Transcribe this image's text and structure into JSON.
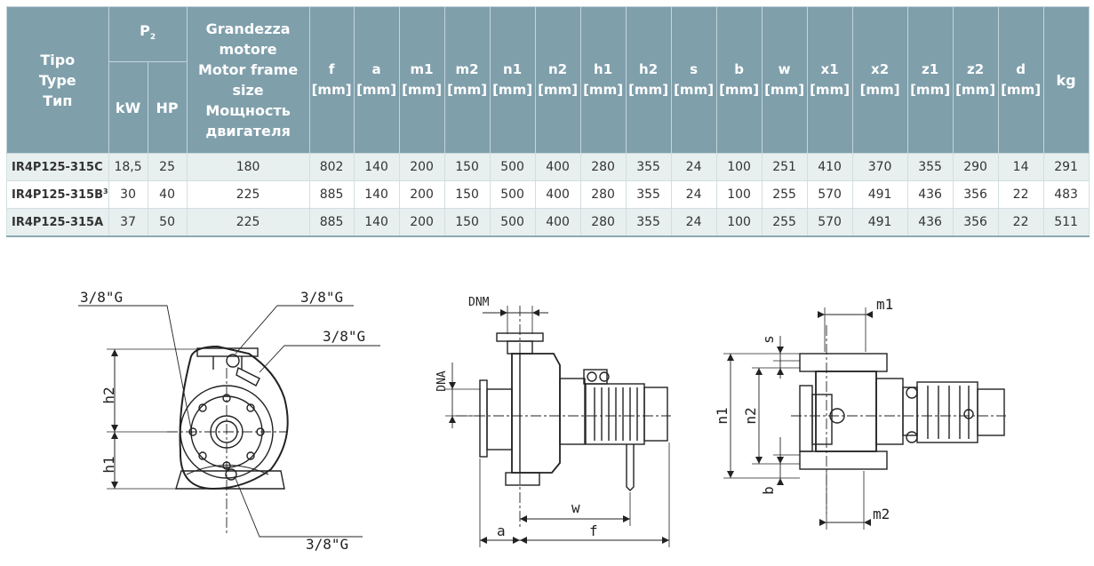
{
  "table": {
    "head": {
      "type_label": [
        "Tipo",
        "Type",
        "Тип"
      ],
      "p2_label": "P",
      "p2_sub": "2",
      "kw": "kW",
      "hp": "HP",
      "frame_label": [
        "Grandezza",
        "motore",
        "Motor frame",
        "size",
        "Мощность",
        "двигателя"
      ],
      "dims": [
        {
          "name": "f",
          "unit": "[mm]"
        },
        {
          "name": "a",
          "unit": "[mm]"
        },
        {
          "name": "m1",
          "unit": "[mm]"
        },
        {
          "name": "m2",
          "unit": "[mm]"
        },
        {
          "name": "n1",
          "unit": "[mm]"
        },
        {
          "name": "n2",
          "unit": "[mm]"
        },
        {
          "name": "h1",
          "unit": "[mm]"
        },
        {
          "name": "h2",
          "unit": "[mm]"
        },
        {
          "name": "s",
          "unit": "[mm]"
        },
        {
          "name": "b",
          "unit": "[mm]"
        },
        {
          "name": "w",
          "unit": "[mm]"
        },
        {
          "name": "x1",
          "unit": "[mm]"
        },
        {
          "name": "x2",
          "unit": "[mm]"
        },
        {
          "name": "z1",
          "unit": "[mm]"
        },
        {
          "name": "z2",
          "unit": "[mm]"
        },
        {
          "name": "d",
          "unit": "[mm]"
        }
      ],
      "kg": "kg"
    },
    "rows": [
      {
        "model": "IR4P125-315C",
        "sup": "",
        "kw": "18,5",
        "hp": "25",
        "frame": "180",
        "dims": [
          "802",
          "140",
          "200",
          "150",
          "500",
          "400",
          "280",
          "355",
          "24",
          "100",
          "251",
          "410",
          "370",
          "355",
          "290",
          "14"
        ],
        "kg": "291"
      },
      {
        "model": "IR4P125-315B",
        "sup": "3",
        "kw": "30",
        "hp": "40",
        "frame": "225",
        "dims": [
          "885",
          "140",
          "200",
          "150",
          "500",
          "400",
          "280",
          "355",
          "24",
          "100",
          "255",
          "570",
          "491",
          "436",
          "356",
          "22"
        ],
        "kg": "483"
      },
      {
        "model": "IR4P125-315A",
        "sup": "",
        "kw": "37",
        "hp": "50",
        "frame": "225",
        "dims": [
          "885",
          "140",
          "200",
          "150",
          "500",
          "400",
          "280",
          "355",
          "24",
          "100",
          "255",
          "570",
          "491",
          "436",
          "356",
          "22"
        ],
        "kg": "511"
      }
    ]
  },
  "drawing_front": {
    "port_top_left": "3/8\"G",
    "port_top_right": "3/8\"G",
    "port_right": "3/8\"G",
    "port_bottom": "3/8\"G",
    "h2": "h2",
    "h1": "h1"
  },
  "drawing_side": {
    "dnm": "DNM",
    "dna": "DNA",
    "w": "w",
    "a": "a",
    "f": "f"
  },
  "drawing_top": {
    "m1": "m1",
    "m2": "m2",
    "s": "s",
    "b": "b",
    "n1": "n1",
    "n2": "n2"
  },
  "colors": {
    "header_bg": "#7f9fab",
    "row_shade": "#e7f0ef"
  }
}
